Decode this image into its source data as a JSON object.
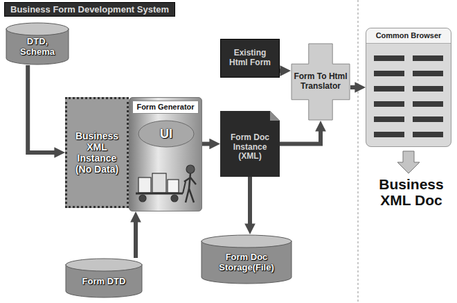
{
  "diagram": {
    "title": "Business Form Development System",
    "nodes": [
      {
        "text": [
          "DTD, Schema"
        ]
      },
      {
        "text": [
          "Business XML Instance (No Data)"
        ]
      },
      {
        "text": [
          "Form Generator"
        ]
      },
      {
        "text": [
          "UI"
        ],
        "in": 2
      },
      {
        "text": [
          "Existing Html Form"
        ]
      },
      {
        "text": [
          "Form Doc Instance (XML)"
        ]
      },
      {
        "text": [
          "Form To Html Translator"
        ]
      },
      {
        "text": [
          "Common Browser"
        ]
      },
      {
        "text": [
          "Form Doc Storage(File)"
        ]
      },
      {
        "text": [
          "Form DTD"
        ]
      }
    ],
    "edges": [
      {
        "from": 0,
        "to": 1,
        "arrow": "to"
      },
      {
        "from": 9,
        "to": 2,
        "arrow": "to"
      },
      {
        "from": 2,
        "to": 5,
        "arrow": "to"
      },
      {
        "from": 5,
        "to": 8,
        "arrow": "to"
      },
      {
        "from": 4,
        "to": 6,
        "arrow": "to"
      },
      {
        "from": 5,
        "to": 6,
        "arrow": "to"
      },
      {
        "from": 6,
        "to": 7,
        "arrow": "to"
      }
    ],
    "labels": [
      "Business XML Doc"
    ]
  }
}
